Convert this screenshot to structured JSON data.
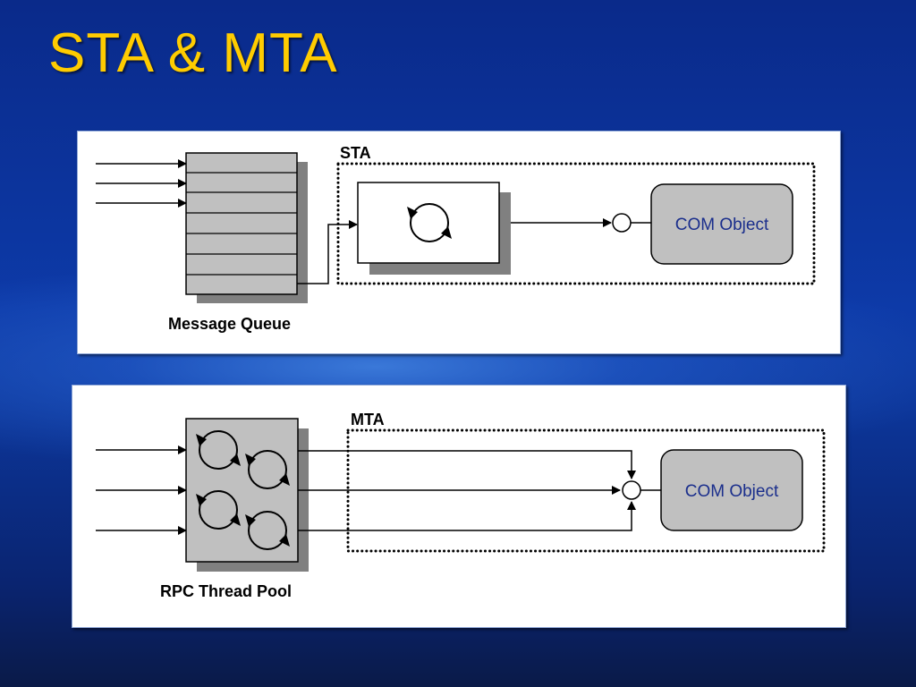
{
  "slide": {
    "title": "STA & MTA"
  },
  "sta_panel": {
    "region_label": "STA",
    "queue_label": "Message Queue",
    "object_label": "COM Object"
  },
  "mta_panel": {
    "region_label": "MTA",
    "pool_label": "RPC Thread Pool",
    "object_label": "COM Object"
  },
  "colors": {
    "title": "#ffcc00",
    "com_object_fill": "#c0c0c0",
    "com_object_text": "#1a2e8c",
    "queue_fill": "#c0c0c0"
  }
}
